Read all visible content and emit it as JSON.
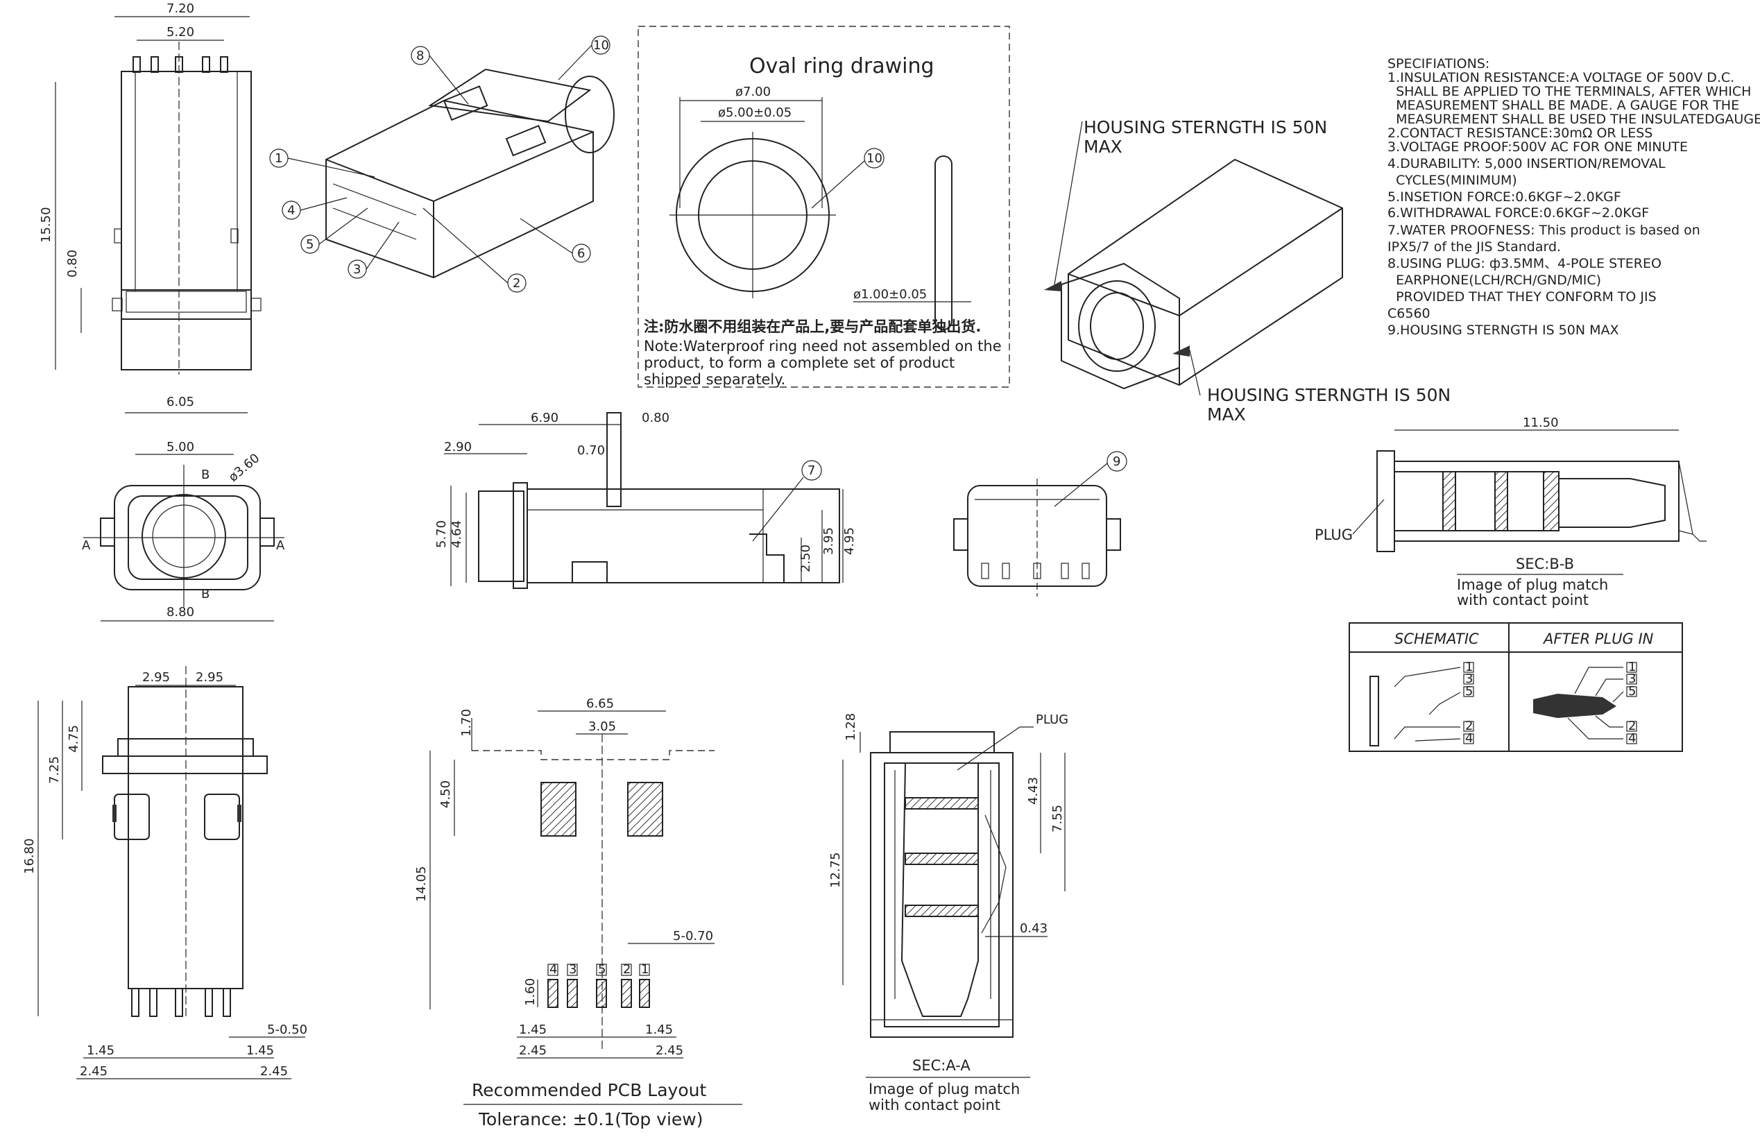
{
  "title": "",
  "oval_ring": {
    "heading": "Oval ring drawing",
    "outer_dia": "ø7.00",
    "inner_dia": "ø5.00±0.05",
    "wire_dia": "ø1.00±0.05",
    "callout": "10",
    "note_cn": "注:防水圈不用组装在产品上,要与产品配套单独出货.",
    "note_en_1": "Note:Waterproof ring need not assembled on the",
    "note_en_2": "product, to form a complete set of product",
    "note_en_3": "shipped separately."
  },
  "housing_strength": {
    "line1": "HOUSING STERNGTH IS 50N",
    "line2": "MAX"
  },
  "specifications": [
    "SPECIFIATIONS:",
    "1.INSULATION RESISTANCE:A VOLTAGE OF 500V D.C.",
    "  SHALL BE APPLIED TO THE TERMINALS, AFTER WHICH",
    "  MEASUREMENT SHALL BE MADE. A GAUGE FOR THE",
    "  MEASUREMENT SHALL BE USED THE INSULATEDGAUGE.",
    "2.CONTACT RESISTANCE:30mΩ OR LESS",
    "3.VOLTAGE PROOF:500V AC FOR ONE MINUTE",
    "4.DURABILITY: 5,000 INSERTION/REMOVAL",
    "  CYCLES(MINIMUM)",
    "5.INSETION FORCE:0.6KGF~2.0KGF",
    "6.WITHDRAWAL FORCE:0.6KGF~2.0KGF",
    "7.WATER PROOFNESS: This product is based on",
    "IPX5/7 of the JIS Standard.",
    "8.USING PLUG: ф3.5MM、4-POLE STEREO",
    "  EARPHONE(LCH/RCH/GND/MIC)",
    "  PROVIDED THAT THEY CONFORM TO JIS",
    "C6560",
    "9.HOUSING STERNGTH IS 50N MAX"
  ],
  "top_view_dims": {
    "w720": "7.20",
    "w520": "5.20",
    "h1550": "15.50",
    "h080": "0.80",
    "w605": "6.05"
  },
  "front_view_dims": {
    "w500": "5.00",
    "dia": "ø3.60",
    "w880": "8.80",
    "b": "B",
    "a": "A"
  },
  "side_view_dims": {
    "d690": "6.90",
    "d080": "0.80",
    "d290": "2.90",
    "d070": "0.70",
    "d570": "5.70",
    "d464": "4.64",
    "d395": "3.95",
    "d495": "4.95",
    "d250": "2.50",
    "callout": "7"
  },
  "end_view": {
    "callout": "9"
  },
  "iso_callouts": [
    "1",
    "2",
    "3",
    "4",
    "5",
    "6",
    "8",
    "10"
  ],
  "sec_bb": {
    "len": "11.50",
    "plug": "PLUG",
    "label": "SEC:B-B",
    "cap1": "Image of plug match",
    "cap2": "with contact point"
  },
  "schematic_table": {
    "col1": "SCHEMATIC",
    "col2": "AFTER PLUG IN",
    "pins_a": [
      "1",
      "3",
      "5",
      "2",
      "4"
    ],
    "pins_b": [
      "1",
      "3",
      "5",
      "2",
      "4"
    ]
  },
  "bottom_view_dims": {
    "w295a": "2.95",
    "w295b": "2.95",
    "h475": "4.75",
    "h725": "7.25",
    "h1680": "16.80",
    "p550": "5-0.50",
    "w145a": "1.45",
    "w145b": "1.45",
    "w245a": "2.45",
    "w245b": "2.45"
  },
  "pcb_layout": {
    "w665": "6.65",
    "w305": "3.05",
    "h170": "1.70",
    "h450": "4.50",
    "h1405": "14.05",
    "p570": "5-0.70",
    "h160": "1.60",
    "w145a": "1.45",
    "w145b": "1.45",
    "w245a": "2.45",
    "w245b": "2.45",
    "pads": [
      "4",
      "3",
      "5",
      "2",
      "1"
    ],
    "title": "Recommended PCB Layout",
    "tolerance": "Tolerance: ±0.1(Top view)"
  },
  "sec_aa": {
    "plug": "PLUG",
    "d128": "1.28",
    "d443": "4.43",
    "d755": "7.55",
    "d1275": "12.75",
    "d043": "0.43",
    "label": "SEC:A-A",
    "cap1": "Image of plug match",
    "cap2": "with contact point"
  }
}
